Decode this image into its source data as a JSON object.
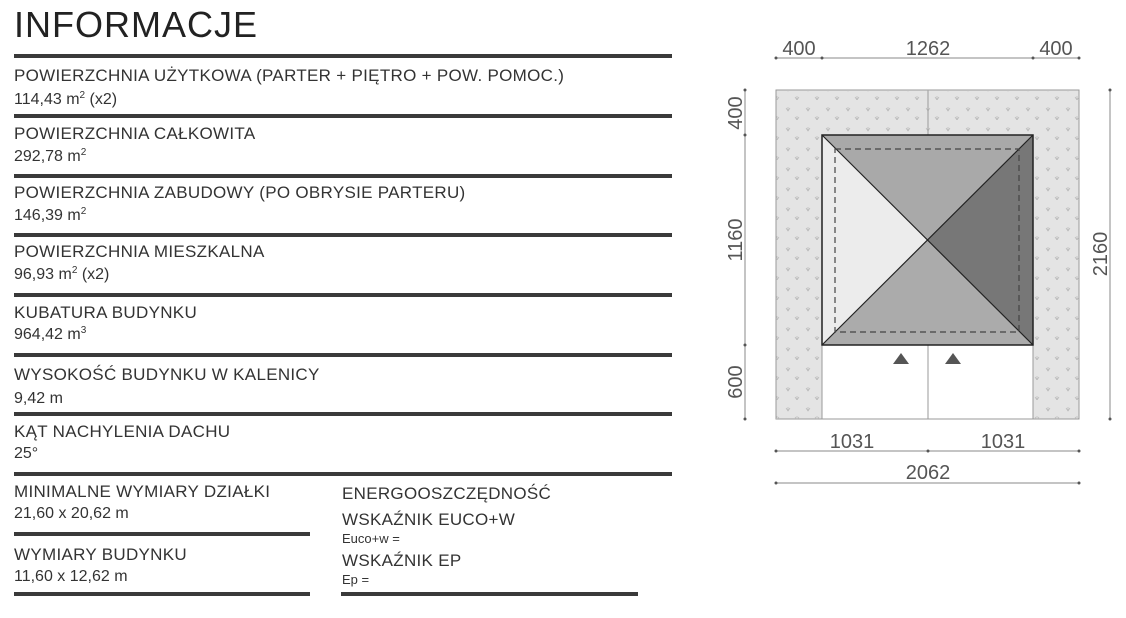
{
  "title": "INFORMACJE",
  "rows": [
    {
      "label": "POWIERZCHNIA UŻYTKOWA (PARTER + PIĘTRO + POW. POMOC.)",
      "value": "114,43 m",
      "sup": "2",
      "suffix": " (x2)"
    },
    {
      "label": "POWIERZCHNIA CAŁKOWITA",
      "value": "292,78 m",
      "sup": "2",
      "suffix": ""
    },
    {
      "label": "POWIERZCHNIA ZABUDOWY (PO OBRYSIE PARTERU)",
      "value": "146,39 m",
      "sup": "2",
      "suffix": ""
    },
    {
      "label": "POWIERZCHNIA MIESZKALNA",
      "value": "96,93 m",
      "sup": "2",
      "suffix": " (x2)"
    },
    {
      "label": "KUBATURA BUDYNKU",
      "value": "964,42 m",
      "sup": "3",
      "suffix": ""
    },
    {
      "label": "WYSOKOŚĆ BUDYNKU W KALENICY",
      "value": "9,42 m",
      "sup": "",
      "suffix": ""
    },
    {
      "label": "KĄT NACHYLENIA DACHU",
      "value": "25°",
      "sup": "",
      "suffix": ""
    }
  ],
  "plot_min": {
    "label": "MINIMALNE WYMIARY DZIAŁKI",
    "value": "21,60 x 20,62 m"
  },
  "building_dims": {
    "label": "WYMIARY BUDYNKU",
    "value": "11,60 x 12,62 m"
  },
  "energy": {
    "heading": "ENERGOOSZCZĘDNOŚĆ",
    "euco_label": "WSKAŹNIK EUCO+W",
    "euco_value": "Euco+w =",
    "ep_label": "WSKAŹNIK EP",
    "ep_value": "Ep ="
  },
  "plan": {
    "top_dims": [
      "400",
      "1262",
      "400"
    ],
    "left_dims": [
      "400",
      "1160",
      "600"
    ],
    "right_dim": "2160",
    "bottom_dims": [
      "1031",
      "1031"
    ],
    "bottom_total": "2062",
    "colors": {
      "lawn": "#e4e4e4",
      "roof_light": "#ececec",
      "roof_mid": "#a9a9a9",
      "roof_dark": "#777777"
    }
  }
}
